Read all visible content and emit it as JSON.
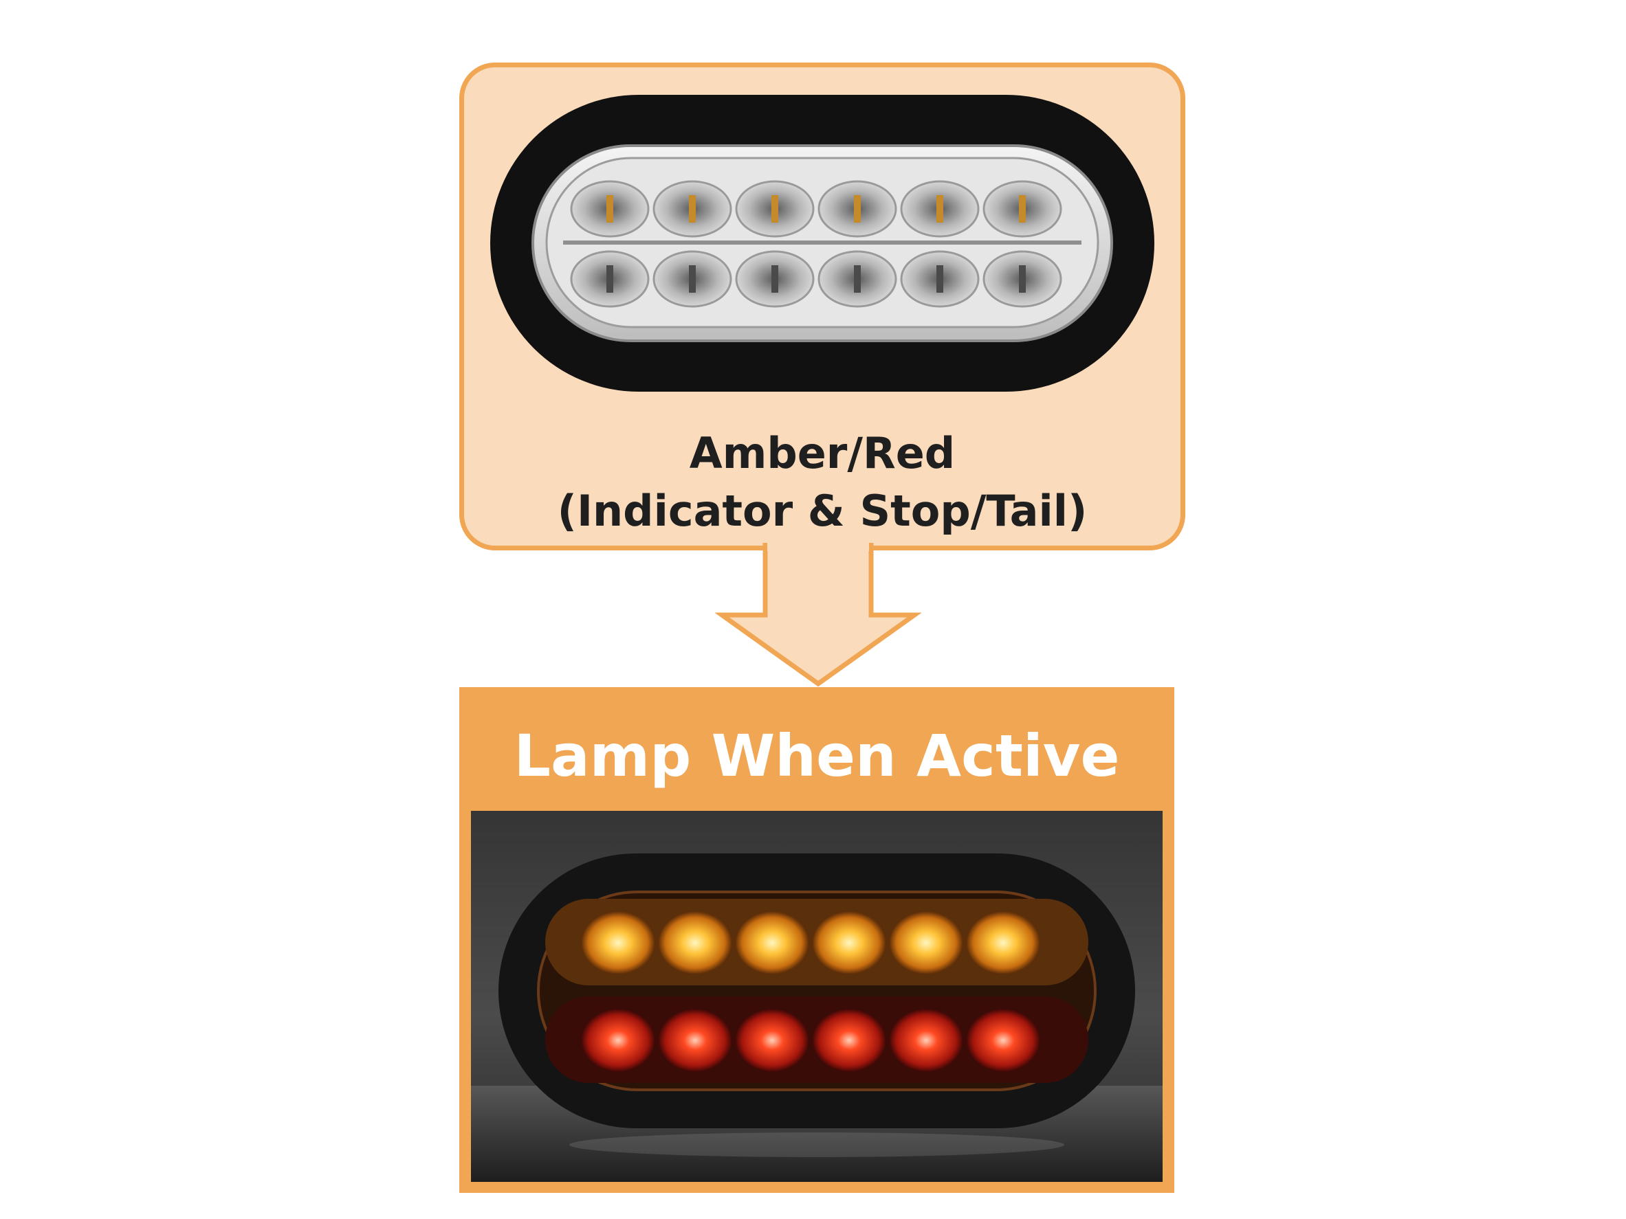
{
  "colors": {
    "card_fill": "#fadcbd",
    "card_border": "#f0a653",
    "banner": "#f0a653",
    "caption_text": "#1f1f1f",
    "banner_text": "#ffffff",
    "amber_led": "#ffb21e",
    "red_led": "#e0220f"
  },
  "top_panel": {
    "caption_line1": "Amber/Red",
    "caption_line2": "(Indicator & Stop/Tail)",
    "image": "unlit-oval-led-lamp"
  },
  "arrow": {
    "icon": "down-arrow-icon"
  },
  "bottom_panel": {
    "title": "Lamp When Active",
    "image": "lit-oval-led-lamp"
  }
}
